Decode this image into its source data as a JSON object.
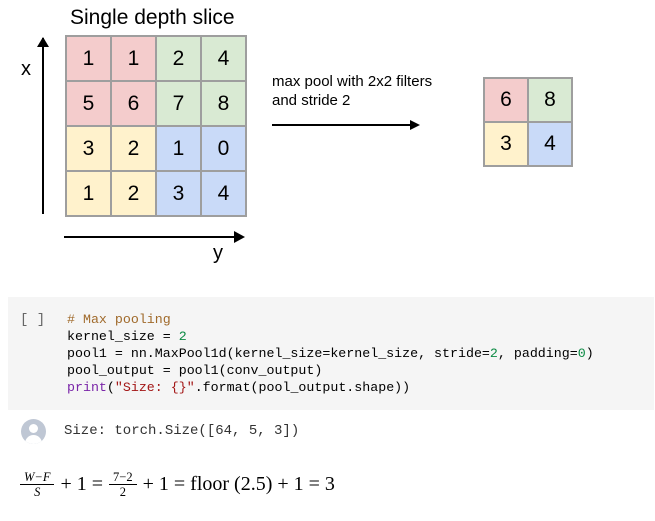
{
  "diagram": {
    "title": "Single depth slice",
    "x_label": "x",
    "y_label": "y",
    "operation_text_line1": "max pool with 2x2 filters",
    "operation_text_line2": "and stride 2",
    "input_grid": [
      [
        "1",
        "1",
        "2",
        "4"
      ],
      [
        "5",
        "6",
        "7",
        "8"
      ],
      [
        "3",
        "2",
        "1",
        "0"
      ],
      [
        "1",
        "2",
        "3",
        "4"
      ]
    ],
    "output_grid": [
      [
        "6",
        "8"
      ],
      [
        "3",
        "4"
      ]
    ],
    "colors": {
      "red": "#f4cccc",
      "green": "#d9ead3",
      "yellow": "#fff2cc",
      "blue": "#c9daf8"
    }
  },
  "code_cell": {
    "run_label": "[ ]",
    "comment": "# Max pooling",
    "line2_a": "kernel_size = ",
    "line2_num": "2",
    "line3_a": "pool1 = nn.MaxPool1d(kernel_size=kernel_size, stride=",
    "line3_num1": "2",
    "line3_b": ", padding=",
    "line3_num2": "0",
    "line3_c": ")",
    "line4": "pool_output = pool1(conv_output)",
    "line5_kw": "print",
    "line5_a": "(",
    "line5_str": "\"Size: {}\"",
    "line5_b": ".format(pool_output.shape))"
  },
  "output": {
    "icon": "user-avatar-icon",
    "text": "Size: torch.Size([64, 5, 3])"
  },
  "formula": {
    "frac1_num": "W−F",
    "frac1_den": "S",
    "part1": " + 1 = ",
    "frac2_num": "7−2",
    "frac2_den": "2",
    "part2": " + 1 = floor (2.5) + 1 = 3"
  }
}
